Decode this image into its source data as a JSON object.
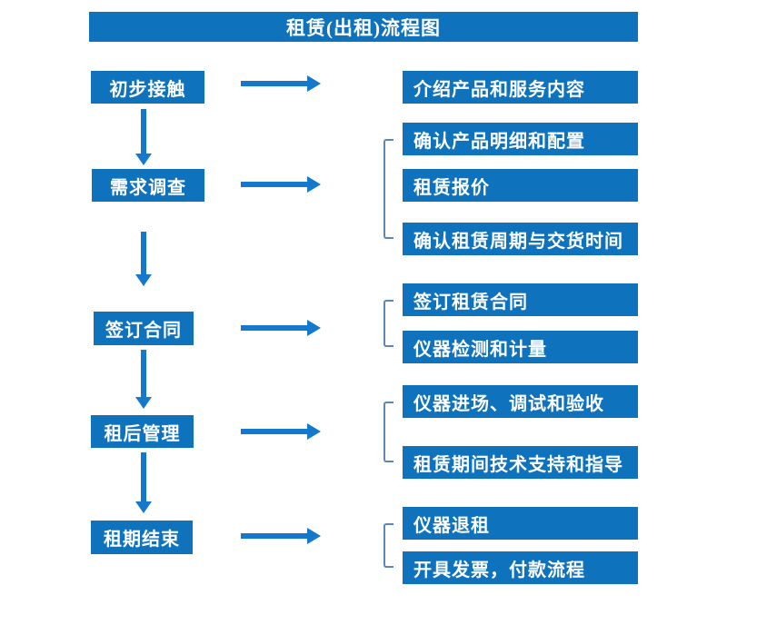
{
  "title": "租赁(出租)流程图",
  "colors": {
    "box_blue": "#0e72bc",
    "arrow_blue": "#1478cc",
    "bracket_blue": "#5c85bb",
    "text": "#ffffff",
    "background": "#ffffff"
  },
  "stages": [
    {
      "label": "初步接触"
    },
    {
      "label": "需求调查"
    },
    {
      "label": "签订合同"
    },
    {
      "label": "租后管理"
    },
    {
      "label": "租期结束"
    }
  ],
  "details": {
    "group1": [
      "介绍产品和服务内容"
    ],
    "group2": [
      "确认产品明细和配置",
      "租赁报价",
      "确认租赁周期与交货时间"
    ],
    "group3": [
      "签订租赁合同",
      "仪器检测和计量"
    ],
    "group4": [
      "仪器进场、调试和验收",
      "租赁期间技术支持和指导"
    ],
    "group5": [
      "仪器退租",
      "开具发票，付款流程"
    ]
  }
}
